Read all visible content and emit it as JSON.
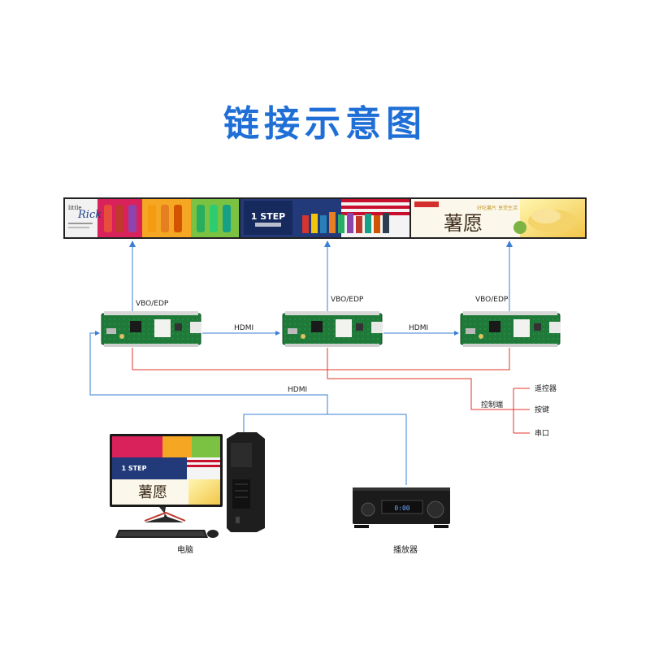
{
  "title": "链接示意图",
  "connections": {
    "vbo_label": "VBO/EDP",
    "hdmi_label": "HDMI",
    "control_label": "控制端",
    "control_options": [
      "遥控器",
      "按键",
      "串口"
    ]
  },
  "devices": {
    "computer": "电脑",
    "player": "播放器"
  },
  "screen_panels": {
    "panel1_brand": "Rick",
    "panel1_prefix": "little",
    "panel2_brand": "1 STEP",
    "panel3_brand": "薯愿",
    "panel3_slogan": "好吃薯片 享受生活"
  },
  "player_display": "0:00"
}
